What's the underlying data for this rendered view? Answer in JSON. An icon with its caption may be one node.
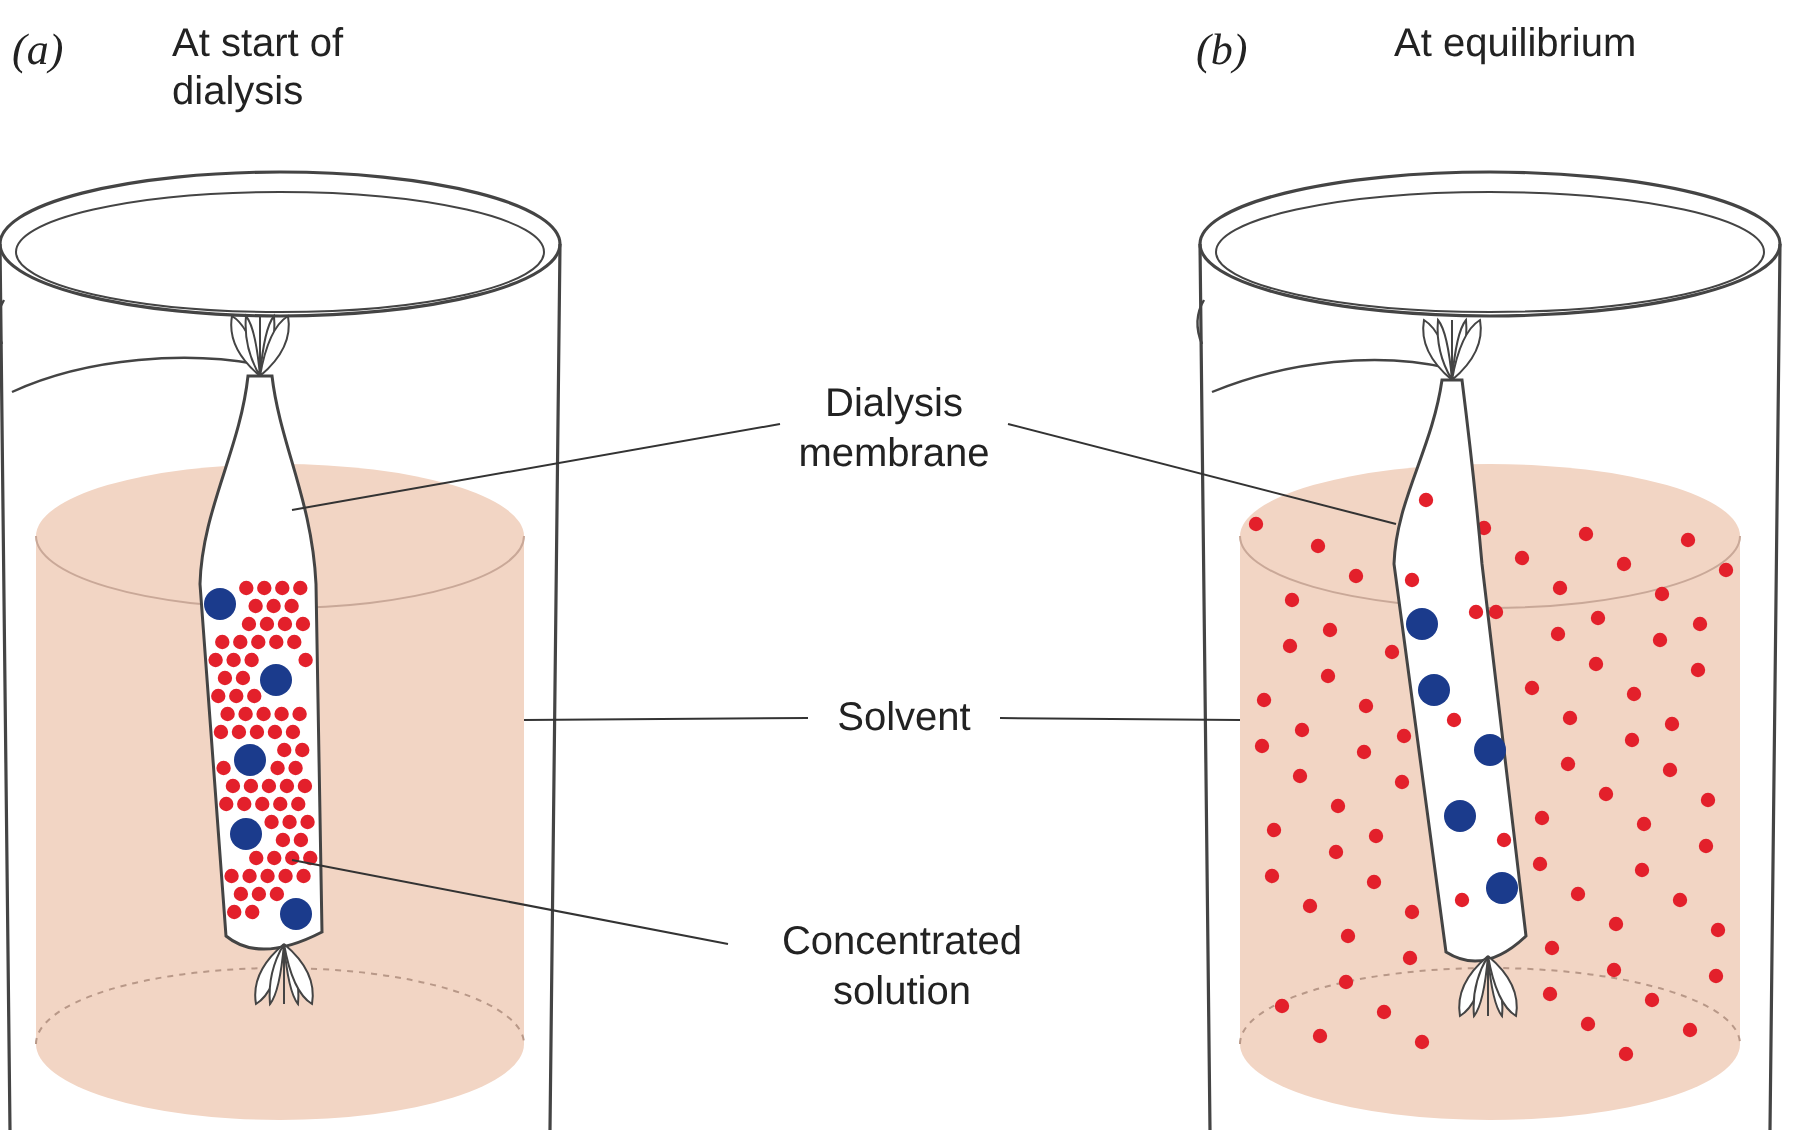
{
  "diagram": {
    "nodes": [
      {
        "text": [
          "Dialysis membrane"
        ]
      },
      {
        "text": [
          "Solvent"
        ]
      },
      {
        "text": [
          "Concentrated solution"
        ]
      },
      {
        "text": [],
        "shape": "bag"
      },
      {
        "text": [],
        "shape": "bag"
      },
      {
        "text": [],
        "shape": "cylinder"
      },
      {
        "text": [],
        "shape": "cylinder"
      }
    ],
    "edges": [
      {
        "from": 0,
        "to": 3,
        "arrow": "none"
      },
      {
        "from": 0,
        "to": 4,
        "arrow": "none"
      },
      {
        "from": 1,
        "to": 5,
        "arrow": "none"
      },
      {
        "from": 1,
        "to": 6,
        "arrow": "none"
      },
      {
        "from": 2,
        "to": 3,
        "arrow": "none"
      }
    ],
    "labels": [
      "(a)",
      "At start of dialysis",
      "(b)",
      "At equilibrium"
    ]
  }
}
